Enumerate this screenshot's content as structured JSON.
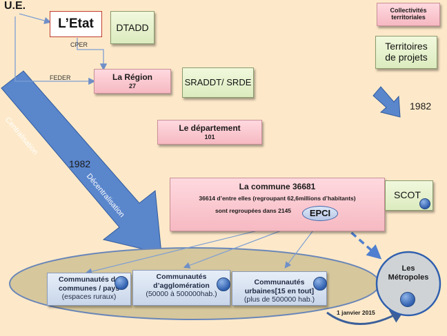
{
  "ue": "U.E.",
  "etat": "L’Etat",
  "dtadd": "DTADD",
  "cper": "CPER",
  "feder": "FEDER",
  "region": {
    "name": "La Région",
    "count": "27"
  },
  "sraddt": "SRADDT/ SRDE",
  "collectivites": [
    "Collectivités",
    "territoriales"
  ],
  "territoires": [
    "Territoires",
    "de projets"
  ],
  "year_right": "1982",
  "departement": {
    "name": "Le département",
    "count": "101"
  },
  "centralisation": "Centralisation",
  "year_left": "1982",
  "decentralisation": "Décentralisation",
  "commune": {
    "title": "La commune 36681",
    "line1": "36614 d’entre elles (regroupant 62,6millions d’habitants)",
    "line2": "sont regroupées dans 2145"
  },
  "epci": "EPCI",
  "scot": "SCOT",
  "groups": [
    {
      "l1": "Communautés de",
      "l2": "communes / pays",
      "l3": "(espaces ruraux)"
    },
    {
      "l1": "Communautés",
      "l2": "d’agglomération",
      "l3": "(50000 à 500000hab.)"
    },
    {
      "l1": "Communautés",
      "l2": "urbaines[15 en tout]",
      "l3": "(plus de 500000 hab.)"
    }
  ],
  "metropoles": [
    "Les",
    "Métropoles"
  ],
  "date": "1 janvier 2015"
}
